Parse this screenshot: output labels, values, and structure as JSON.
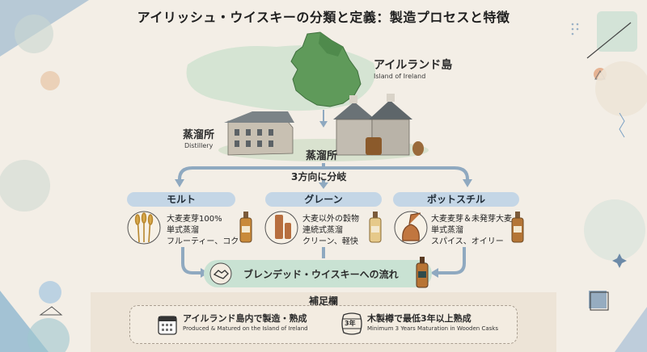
{
  "title": "アイリッシュ・ウイスキーの分類と定義：製造プロセスと特徴",
  "island": {
    "label_ja": "アイルランド島",
    "label_en": "Island of Ireland"
  },
  "distillery": {
    "label_ja": "蒸溜所",
    "label_en": "Distillery",
    "center_label": "蒸溜所"
  },
  "branch_label": "3方向に分岐",
  "categories": [
    {
      "name": "モルト",
      "lines": [
        "大麦麦芽100%",
        "単式蒸溜",
        "フルーティー、コク"
      ]
    },
    {
      "name": "グレーン",
      "lines": [
        "大麦以外の穀物",
        "連続式蒸溜",
        "クリーン、軽快"
      ]
    },
    {
      "name": "ポットスチル",
      "lines": [
        "大麦麦芽＆未発芽大麦",
        "単式蒸溜",
        "スパイス、オイリー"
      ]
    }
  ],
  "blend_flow": "ブレンデッド・ウイスキーへの流れ",
  "supplement": {
    "title": "補足欄",
    "items": [
      {
        "icon_text": "",
        "label_ja": "アイルランド島内で製造・熟成",
        "label_en": "Produced & Matured on the Island of Ireland"
      },
      {
        "icon_text": "3年",
        "label_ja": "木製樽で最低3年以上熟成",
        "label_en": "Minimum 3 Years Maturation in Wooden Casks"
      }
    ]
  },
  "colors": {
    "background": "#f3eee6",
    "accent_blue": "#c4d6e6",
    "accent_green": "#c9e2d3",
    "arrow": "#8fa9c0",
    "land_green": "#5f9a5a"
  }
}
